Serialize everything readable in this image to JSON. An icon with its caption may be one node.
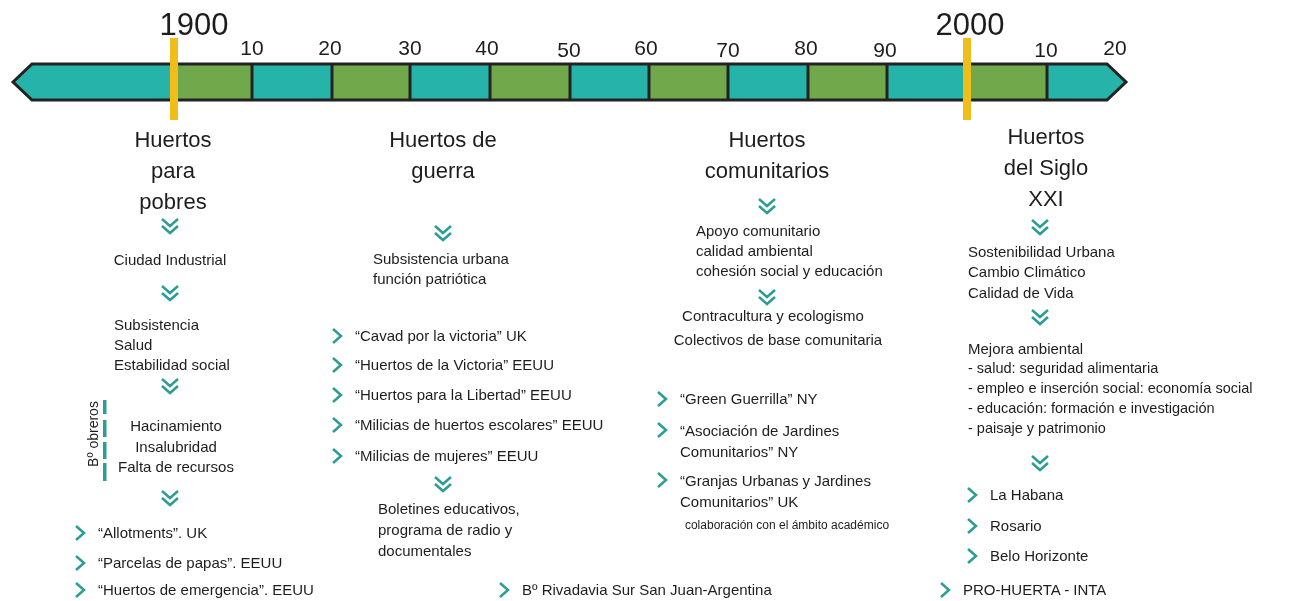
{
  "diagram": {
    "labels": [
      "1900",
      "10",
      "20",
      "30",
      "40",
      "50",
      "60",
      "70",
      "80",
      "90",
      "2000",
      "10",
      "20",
      "Huertos para pobres",
      "Ciudad Industrial",
      "Subsistencia",
      "Salud",
      "Estabilidad social",
      "Bº obreros",
      "Hacinamiento",
      "Insalubridad",
      "Falta de recursos",
      "“Allotments”. UK",
      "“Parcelas de papas”. EEUU",
      "“Huertos de emergencia”. EEUU",
      "Huertos de guerra",
      "Subsistencia urbana",
      "función patriótica",
      "“Cavad por la victoria” UK",
      "“Huertos de la Victoria” EEUU",
      "“Huertos para la Libertad” EEUU",
      "“Milicias de huertos escolares” EEUU",
      "“Milicias de mujeres” EEUU",
      "Boletines educativos, programa de radio y documentales",
      "Huertos comunitarios",
      "Apoyo comunitario",
      "calidad ambiental",
      "cohesión social y educación",
      "Contracultura y ecologismo",
      "Colectivos de base comunitaria",
      "“Green Guerrilla” NY",
      "“Asociación de Jardines Comunitarios” NY",
      "“Granjas Urbanas y Jardines Comunitarios” UK",
      "colaboración con el ámbito académico",
      "Bº Rivadavia Sur San Juan-Argentina",
      "Huertos del Siglo XXI",
      "Sostenibilidad Urbana",
      "Cambio Climático",
      "Calidad de Vida",
      "Mejora ambiental",
      "- salud: seguridad alimentaria",
      "- empleo e inserción social: economía social",
      "- educación: formación e investigación",
      "- paisaje y patrimonio",
      "La Habana",
      "Rosario",
      "Belo Horizonte",
      "PRO-HUERTA - INTA"
    ]
  }
}
